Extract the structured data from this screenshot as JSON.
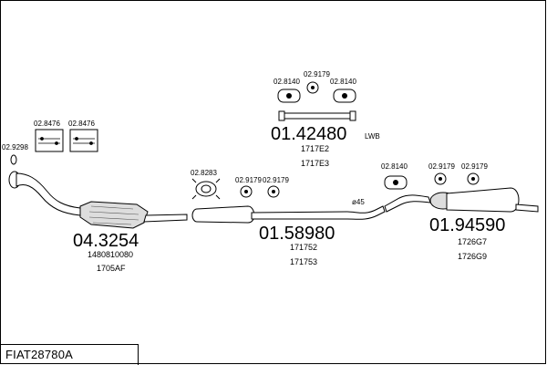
{
  "title": "FIAT28780A",
  "groups": {
    "mounts_left": {
      "items": [
        {
          "code": "02.8476"
        },
        {
          "code": "02.8476"
        }
      ]
    },
    "front_pipe": {
      "ring_code": "02.9298"
    },
    "catalyst": {
      "part_number": "04.3254",
      "refs": [
        "1480810080",
        "1705AF"
      ]
    },
    "middle": {
      "clamp_code": "02.8283",
      "rubber_codes": [
        "02.9179",
        "02.9179"
      ],
      "part_number": "01.58980",
      "refs": [
        "171752",
        "171753"
      ]
    },
    "pipe_top": {
      "rubber_left_code": "02.8140",
      "rubber_mid_code": "02.9179",
      "rubber_right_code": "02.8140",
      "part_number": "01.42480",
      "suffix": "LWB",
      "refs": [
        "1717E2",
        "1717E3"
      ]
    },
    "rear": {
      "rubber_code": "02.8140",
      "rubber_codes": [
        "02.9179",
        "02.9179"
      ],
      "part_number": "01.94590",
      "refs": [
        "1726G7",
        "1726G9"
      ]
    },
    "diameter_label": "ø45"
  }
}
